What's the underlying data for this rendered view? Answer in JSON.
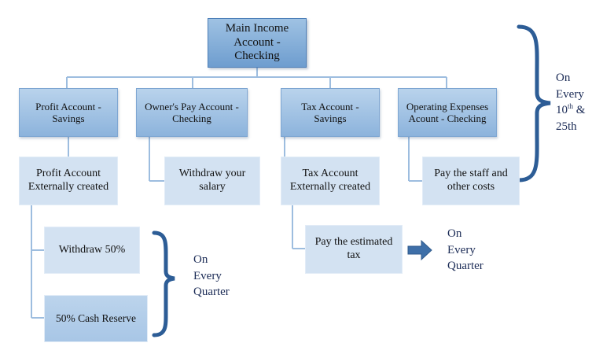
{
  "main": {
    "lines": [
      "Main Income",
      "Account -",
      "Checking"
    ]
  },
  "level1": [
    {
      "lines": [
        "Profit Account -",
        "Savings"
      ]
    },
    {
      "lines": [
        "Owner's Pay Account -",
        "Checking"
      ]
    },
    {
      "lines": [
        "Tax Account -",
        "Savings"
      ]
    },
    {
      "lines": [
        "Operating Expenses",
        "Acount - Checking"
      ]
    }
  ],
  "level2": {
    "profit_external": {
      "lines": [
        "Profit Account",
        "Externally created"
      ]
    },
    "withdraw_salary": {
      "lines": [
        "Withdraw your",
        "salary"
      ]
    },
    "tax_external": {
      "lines": [
        "Tax Account",
        "Externally created"
      ]
    },
    "pay_staff": {
      "lines": [
        "Pay the staff and",
        "other costs"
      ]
    },
    "withdraw_50": {
      "lines": [
        "Withdraw 50%"
      ]
    },
    "cash_reserve": {
      "lines": [
        "50% Cash Reserve"
      ]
    },
    "pay_tax": {
      "lines": [
        "Pay the estimated",
        "tax"
      ]
    }
  },
  "notes": {
    "right_schedule": {
      "line1": "On",
      "line2": "Every",
      "line3_number": "10",
      "line3_suffix": "th",
      "line3_rest": " &",
      "line4": "25th"
    },
    "quarter_left": {
      "lines": [
        "On",
        "Every",
        "Quarter"
      ]
    },
    "quarter_right": {
      "lines": [
        "On",
        "Every",
        "Quarter"
      ]
    }
  },
  "colors": {
    "connector": "#9dbddf",
    "brace": "#2d5d96",
    "arrow": "#3e6fa8"
  }
}
